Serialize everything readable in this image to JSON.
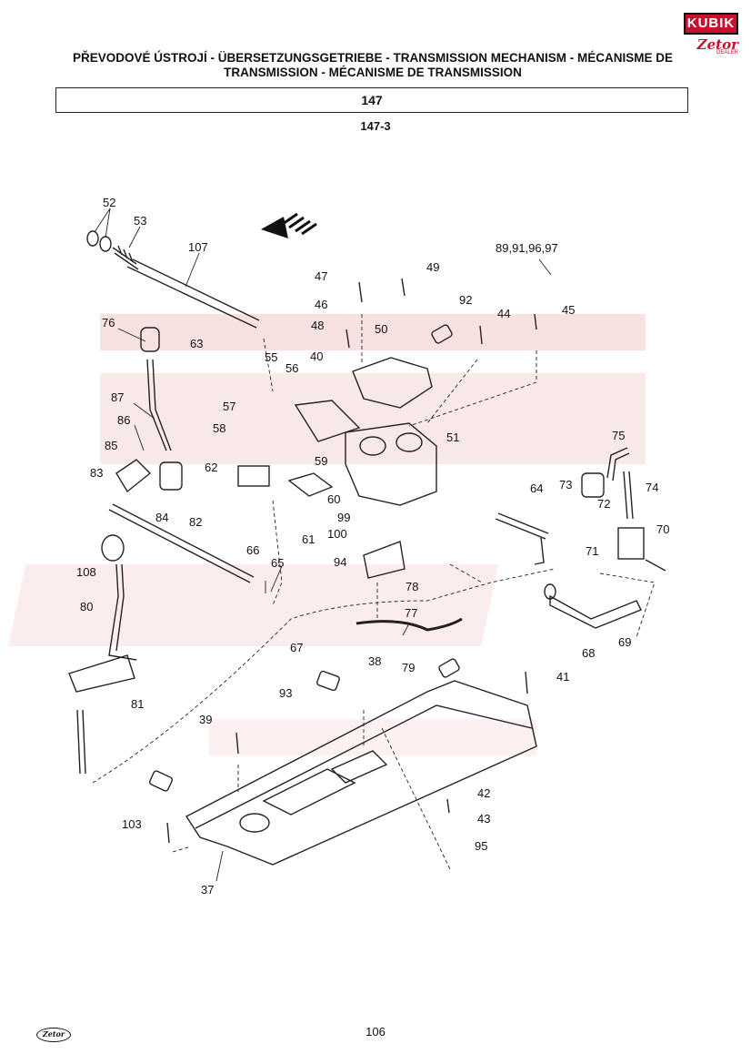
{
  "header": {
    "title": "PŘEVODOVÉ ÚSTROJÍ - ÜBERSETZUNGSGETRIEBE - TRANSMISSION MECHANISM - MÉCANISME DE TRANSMISSION - MÉCANISME DE TRANSMISSION",
    "section": "147",
    "subsection": "147-3"
  },
  "logo": {
    "brand": "KUBIK",
    "sub": "Zetor",
    "dealer": "DEALER"
  },
  "callouts": [
    "52",
    "53",
    "107",
    "76",
    "63",
    "87",
    "86",
    "85",
    "83",
    "84",
    "82",
    "108",
    "80",
    "81",
    "66",
    "65",
    "67",
    "57",
    "58",
    "62",
    "55",
    "56",
    "59",
    "61",
    "60",
    "100",
    "99",
    "94",
    "78",
    "47",
    "46",
    "48",
    "40",
    "50",
    "49",
    "92",
    "44",
    "45",
    "89,91,96,97",
    "51",
    "64",
    "73",
    "72",
    "75",
    "74",
    "71",
    "70",
    "69",
    "68",
    "79",
    "77",
    "38",
    "93",
    "39",
    "41",
    "42",
    "43",
    "95",
    "103",
    "37"
  ],
  "footer": {
    "page": "106",
    "logo": "Zetor"
  },
  "colors": {
    "watermark": "#f2c9c9",
    "line": "#222222"
  }
}
